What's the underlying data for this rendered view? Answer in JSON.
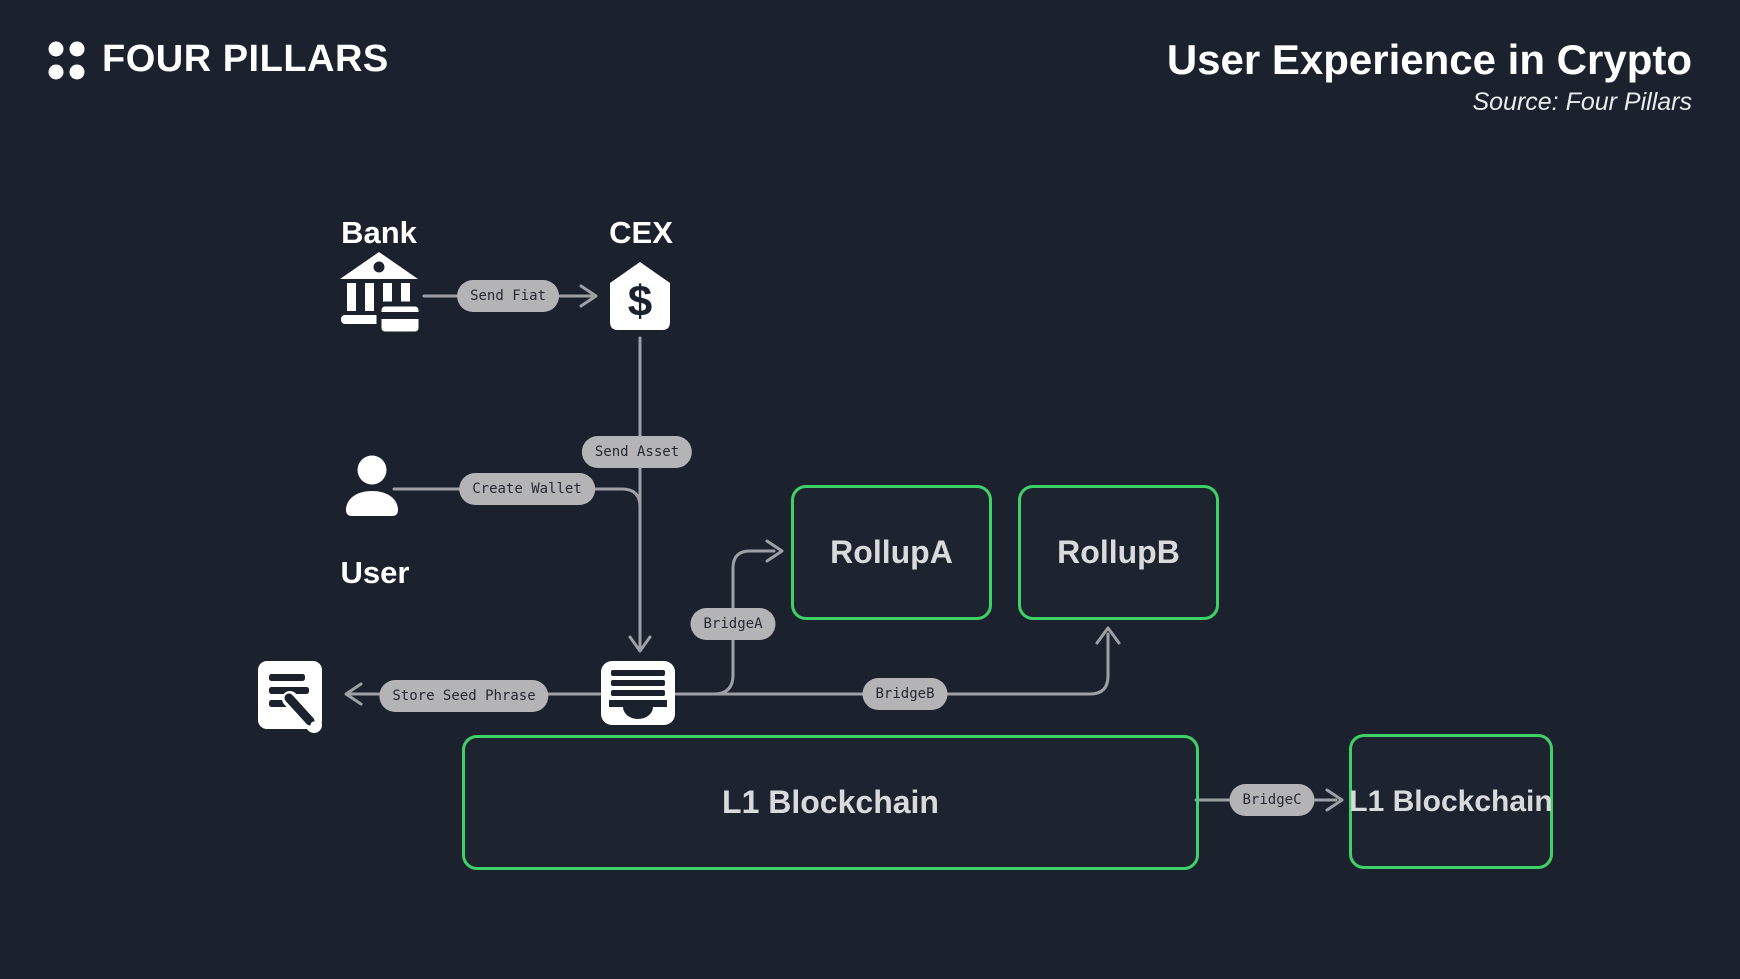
{
  "header": {
    "logo": "FOUR PILLARS",
    "title": "User Experience in Crypto",
    "source": "Source: Four Pillars"
  },
  "colors": {
    "background": "#1b222d",
    "accent_green": "#3ed167",
    "pill_background": "#b4b4b6",
    "pill_text": "#242932",
    "connector_gray": "#9ea0a5",
    "icon_white": "#ffffff",
    "box_label_gray": "#d9dadc"
  },
  "nodes": {
    "bank": {
      "label": "Bank"
    },
    "cex": {
      "label": "CEX",
      "symbol": "$"
    },
    "user": {
      "label": "User"
    },
    "rollup_a": {
      "label": "RollupA"
    },
    "rollup_b": {
      "label": "RollupB"
    },
    "l1_main": {
      "label": "L1 Blockchain"
    },
    "l1_right": {
      "label": "L1 Blockchain"
    }
  },
  "edges": {
    "send_fiat": "Send Fiat",
    "send_asset": "Send Asset",
    "create_wallet": "Create Wallet",
    "store_seed_phrase": "Store Seed Phrase",
    "bridge_a": "BridgeA",
    "bridge_b": "BridgeB",
    "bridge_c": "BridgeC"
  },
  "icons": [
    "four-pillars-logo-icon",
    "bank-icon",
    "cex-vault-icon",
    "user-icon",
    "wallet-icon",
    "note-pen-icon"
  ]
}
